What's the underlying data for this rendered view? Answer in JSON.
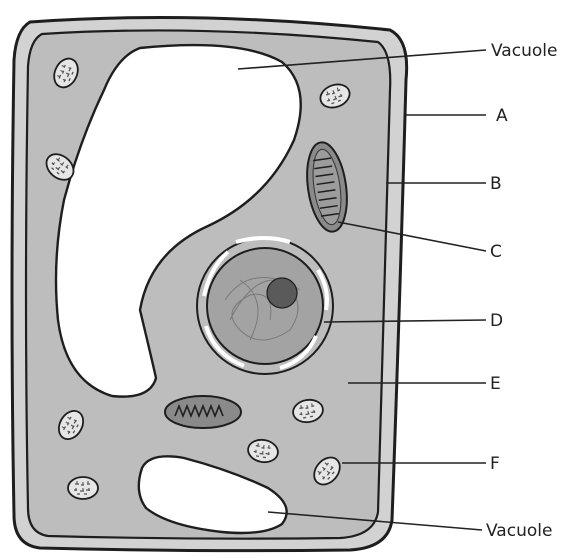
{
  "labels": {
    "vacuole_top": "Vacuole",
    "a": "A",
    "b": "B",
    "c": "C",
    "d": "D",
    "e": "E",
    "f": "F",
    "vacuole_bottom": "Vacuole"
  },
  "colors": {
    "cytoplasm": "#bdbdbd",
    "wall": "#d2d2d2",
    "outline": "#1e1e1e",
    "nucleus": "#a3a3a3",
    "nucleolus": "#5a5a5a",
    "mitochondrion": "#8a8a8a",
    "chloroplast": "#e6e6e6",
    "vacuole": "#ffffff"
  }
}
